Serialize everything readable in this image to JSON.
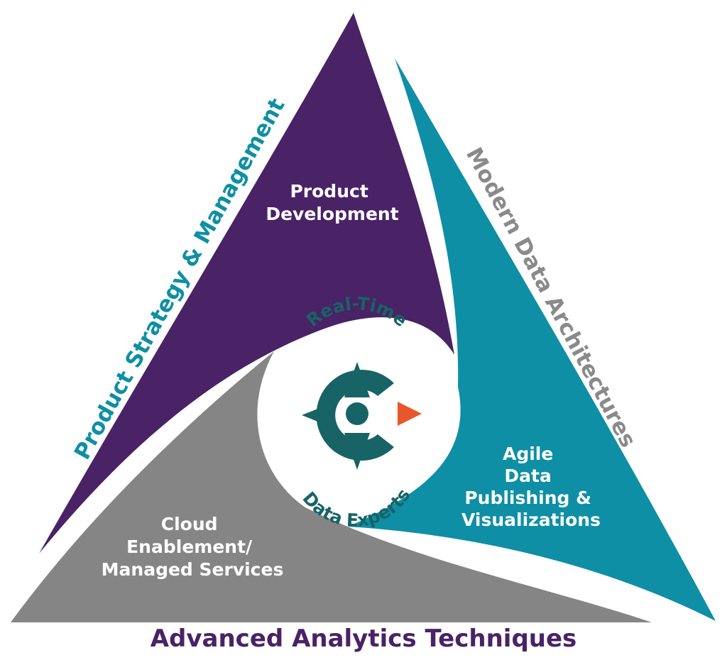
{
  "colors": {
    "purple": "#4a2266",
    "teal": "#0e8fa5",
    "gray": "#858585",
    "dark_teal": "#176366",
    "orange": "#e8572a",
    "side_gray": "#8a8a8a",
    "white": "#ffffff"
  },
  "segments": {
    "purple": {
      "line1": "Product",
      "line2": "Development"
    },
    "teal": {
      "line1": "Agile",
      "line2": "Data",
      "line3": "Publishing &",
      "line4": "Visualizations"
    },
    "gray": {
      "line1": "Cloud",
      "line2": "Enablement/",
      "line3": "Managed Services"
    }
  },
  "sides": {
    "left": "Product Strategy & Management",
    "right": "Modern Data Architectures",
    "bottom": "Advanced Analytics Techniques"
  },
  "center": {
    "top_text": "Real-Time",
    "bottom_text": "Data Experts",
    "icons": [
      "compass-icon",
      "play-arrow-icon"
    ]
  }
}
